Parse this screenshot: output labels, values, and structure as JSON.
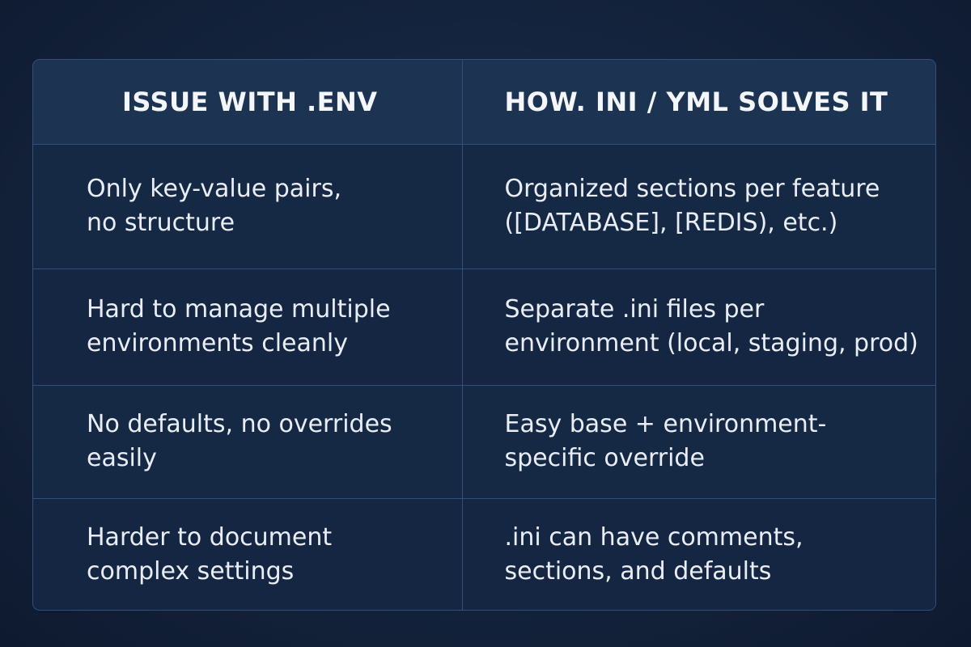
{
  "table": {
    "headers": [
      "ISSUE WITH .ENV",
      "HOW. INI / YML SOLVES IT"
    ],
    "rows": [
      {
        "issue": [
          "Only key-value pairs,",
          "no structure"
        ],
        "solution": [
          "Organized sections per feature",
          "([DATABASE], [REDIS), etc.)"
        ]
      },
      {
        "issue": [
          "Hard to manage multiple",
          "environments cleanly"
        ],
        "solution": [
          "Separate .ini files per",
          "environment (local, staging, prod)"
        ]
      },
      {
        "issue": [
          "No defaults, no overrides",
          "easily"
        ],
        "solution": [
          "Easy base + environment-",
          "specific override"
        ]
      },
      {
        "issue": [
          "Harder to document",
          "complex settings"
        ],
        "solution": [
          ".ini can have comments,",
          "sections, and defaults"
        ]
      }
    ]
  }
}
